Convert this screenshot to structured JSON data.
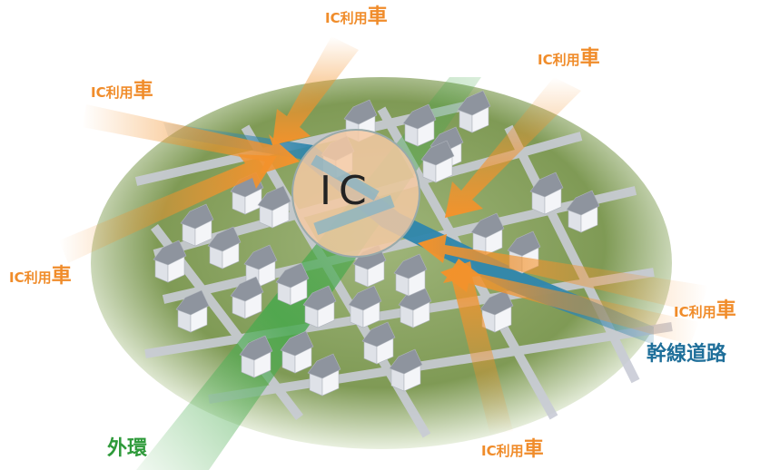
{
  "ic": {
    "label": "IC"
  },
  "car_label": {
    "prefix": "IC利用",
    "suffix": "車"
  },
  "trunk_road": {
    "label": "幹線道路",
    "color": "#1f6f9a"
  },
  "outer_ring": {
    "label": "外環",
    "color": "#2e9a3a"
  },
  "colors": {
    "arrow": "#f3922b",
    "ground": "#7f9a55",
    "ic_circle": "#f4c9a3"
  },
  "arrow_count": 7,
  "arrows": [
    {
      "name": "top-center"
    },
    {
      "name": "top-right"
    },
    {
      "name": "upper-left"
    },
    {
      "name": "left"
    },
    {
      "name": "right"
    },
    {
      "name": "bottom-right"
    },
    {
      "name": "bottom"
    }
  ]
}
